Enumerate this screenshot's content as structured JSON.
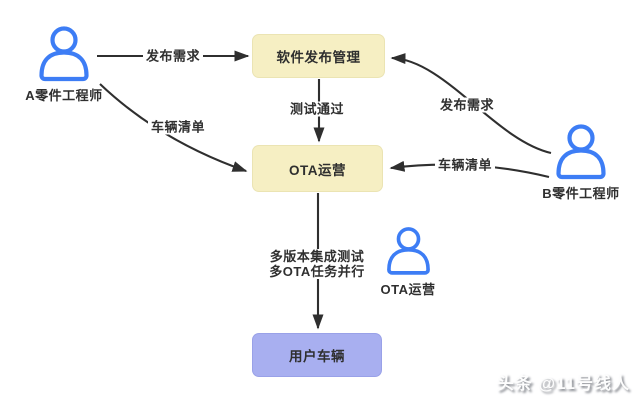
{
  "diagram": {
    "nodes": {
      "release_mgmt": {
        "label": "软件发布管理"
      },
      "ota_ops": {
        "label": "OTA运营"
      },
      "user_vehicles": {
        "label": "用户车辆"
      }
    },
    "actors": {
      "engineer_a": {
        "label": "A零件工程师"
      },
      "engineer_b": {
        "label": "B零件工程师"
      },
      "ota_operator": {
        "label": "OTA运营"
      }
    },
    "edges": {
      "a_to_release": {
        "label": "发布需求"
      },
      "a_to_ota": {
        "label": "车辆清单"
      },
      "release_to_ota": {
        "label": "测试通过"
      },
      "b_to_release": {
        "label": "发布需求"
      },
      "b_to_ota": {
        "label": "车辆清单"
      },
      "ota_to_vehicles": {
        "label_line1": "多版本集成测试",
        "label_line2": "多OTA任务并行"
      }
    },
    "colors": {
      "node_yellow": "#f6efc3",
      "node_purple": "#a8aff0",
      "actor_blue": "#3d7df5",
      "arrow": "#2f2f2f"
    }
  },
  "watermark": {
    "text": "头条 @11号线人"
  }
}
